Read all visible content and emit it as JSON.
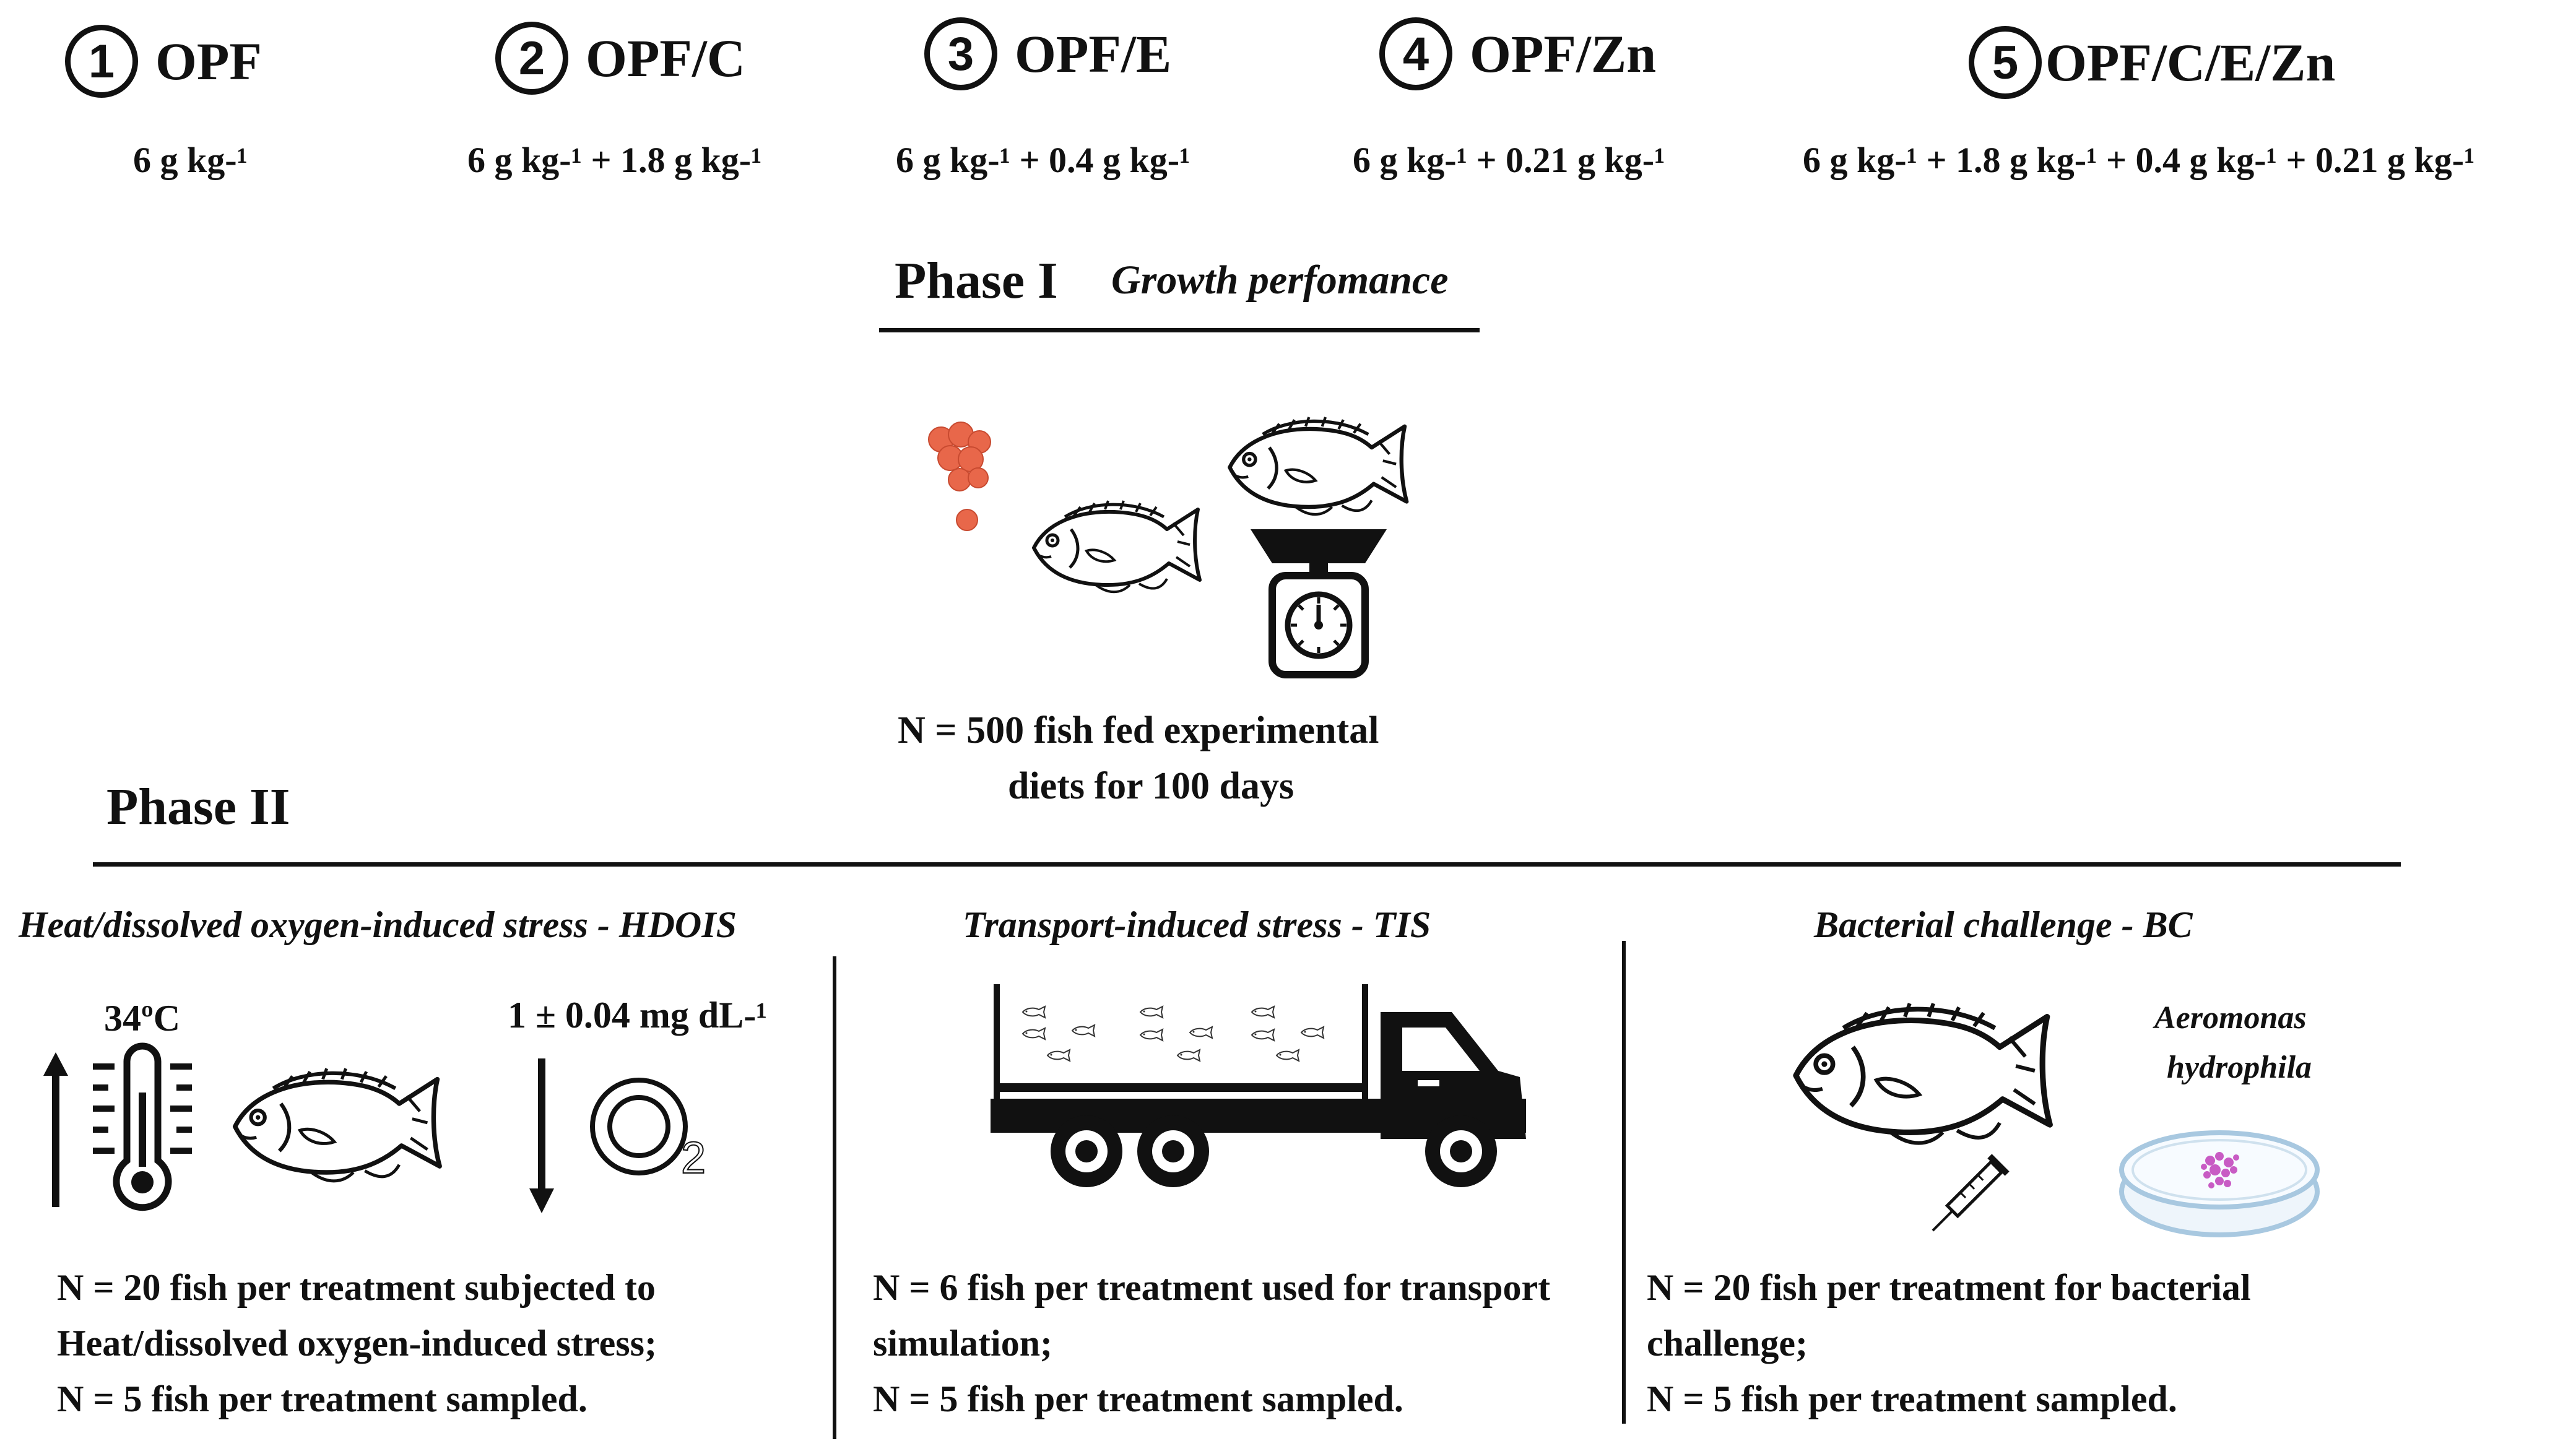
{
  "treatments": [
    {
      "num": "1",
      "name": "OPF",
      "dose": "6 g kg-¹"
    },
    {
      "num": "2",
      "name": "OPF/C",
      "dose": "6 g kg-¹ + 1.8 g kg-¹"
    },
    {
      "num": "3",
      "name": "OPF/E",
      "dose": "6 g kg-¹ + 0.4 g kg-¹"
    },
    {
      "num": "4",
      "name": "OPF/Zn",
      "dose": "6 g kg-¹ + 0.21 g kg-¹"
    },
    {
      "num": "5",
      "name": "OPF/C/E/Zn",
      "dose": "6 g kg-¹ + 1.8 g kg-¹ + 0.4 g kg-¹ + 0.21 g kg-¹"
    }
  ],
  "phase1": {
    "title": "Phase I",
    "subtitle": "Growth perfomance",
    "line1": "N =  500 fish  fed experimental",
    "line2": "diets for 100 days"
  },
  "phase2": {
    "title": "Phase II",
    "hdois": {
      "title": "Heat/dissolved oxygen-induced stress - HDOIS",
      "temp": "34ºC",
      "oxygen": "1 ± 0.04 mg dL-¹",
      "o2_label": "2",
      "line1": "N =   20 fish per treatment subjected to",
      "line2": "Heat/dissolved oxygen-induced stress;",
      "line3": "N = 5 fish per treatment sampled."
    },
    "tis": {
      "title": "Transport-induced stress - TIS",
      "line1": "N = 6 fish per treatment used for transport",
      "line2": "simulation;",
      "line3": "N = 5 fish per treatment sampled."
    },
    "bc": {
      "title": "Bacterial challenge  - BC",
      "bacteria1": "Aeromonas",
      "bacteria2": "hydrophila",
      "line1": "N =  20 fish per treatment for bacterial",
      "line2": "challenge;",
      "line3": "N = 5 fish per treatment sampled."
    }
  }
}
